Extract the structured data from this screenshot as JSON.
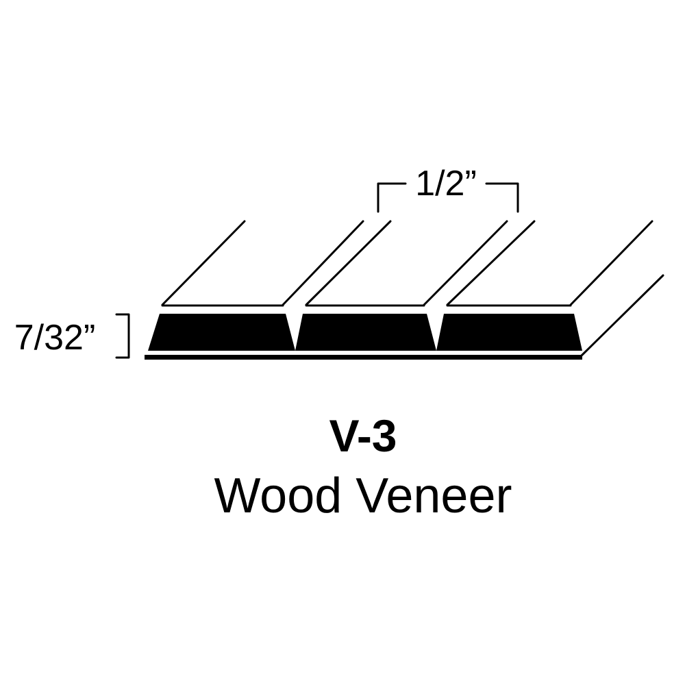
{
  "diagram": {
    "width_dimension": "1/2”",
    "thickness_dimension": "7/32”",
    "model": "V-3",
    "product": "Wood Veneer"
  },
  "colors": {
    "ink": "#000000",
    "background": "#ffffff"
  }
}
